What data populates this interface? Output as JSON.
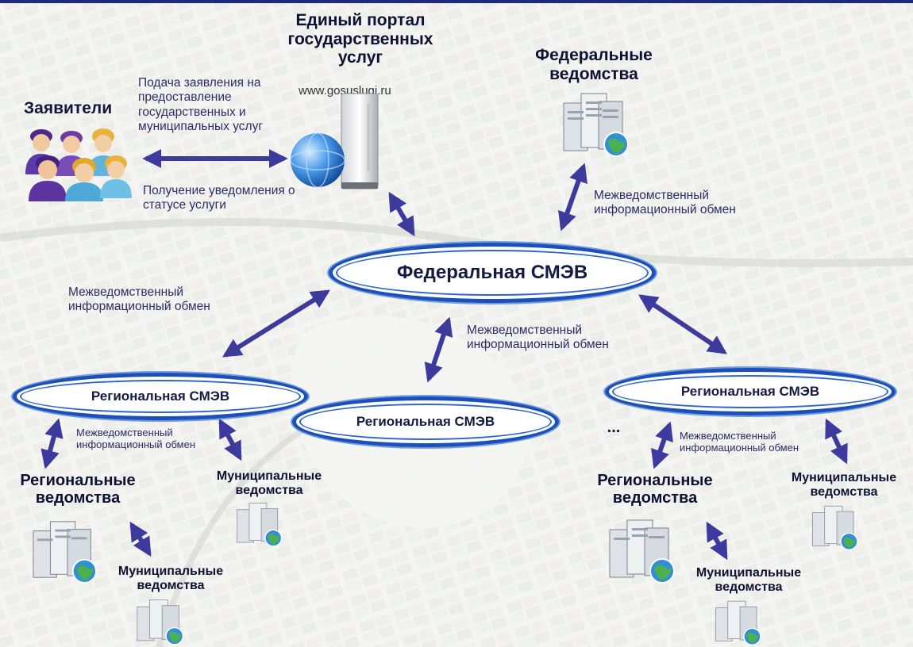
{
  "portal": {
    "title": "Единый портал государственных услуг",
    "url": "www.gosuslugi.ru"
  },
  "applicants": {
    "label": "Заявители"
  },
  "federal_agencies": {
    "label": "Федеральные ведомства"
  },
  "notes": {
    "submit": "Подача заявления на предоставление государственных и муниципальных услуг",
    "receive": "Получение уведомления о статусе услуги",
    "exchange": "Межведомственный информационный обмен"
  },
  "smev": {
    "federal": "Федеральная СМЭВ",
    "regional": "Региональная СМЭВ"
  },
  "regional_agencies": {
    "label": "Региональные ведомства"
  },
  "municipal_agencies": {
    "label": "Муниципальные ведомства"
  },
  "ellipsis": "..."
}
